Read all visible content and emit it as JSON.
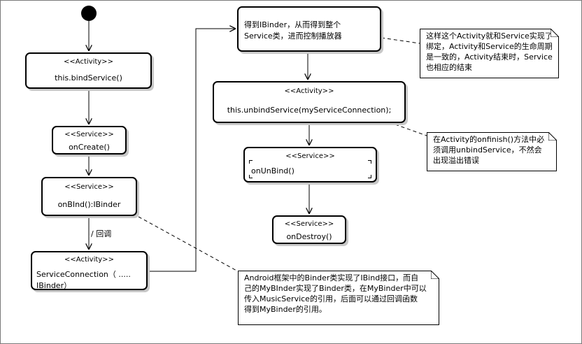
{
  "activity_stereotype": "<<Activity>>",
  "service_stereotype": "<<Service>>",
  "nodes": {
    "bind_service": "this.bindService()",
    "on_create": "onCreate()",
    "on_bind": "onBInd():IBinder",
    "service_connection_line1": "ServiceConnection（ .....",
    "service_connection_line2": "IBinder）",
    "get_ibinder_line1": "得到IBinder，从而得到整个",
    "get_ibinder_line2": "Service类，进而控制播放器",
    "unbind_service": "this.unbindService(myServiceConnection);",
    "on_unbind": "onUnBind()",
    "on_destroy": "onDestroy()"
  },
  "guard_callback": "/ 回调",
  "notes": {
    "binding": [
      "这样这个Activity就和Service实现了",
      "绑定，Activity和Service的生命周期",
      "是一致的，Activity结束时，Service",
      "也相应的结束"
    ],
    "onfinish": [
      "在Activity的onfinish()方法中必",
      "须调用unbindService，不然会",
      "出现溢出错误"
    ],
    "binder": [
      "Android框架中的Binder类实现了IBind接口，而自",
      "己的MyBInder实现了Binder类，在MyBinder中可以",
      "传入MusicService的引用，后面可以通过回调函数",
      "得到MyBinder的引用。"
    ]
  }
}
